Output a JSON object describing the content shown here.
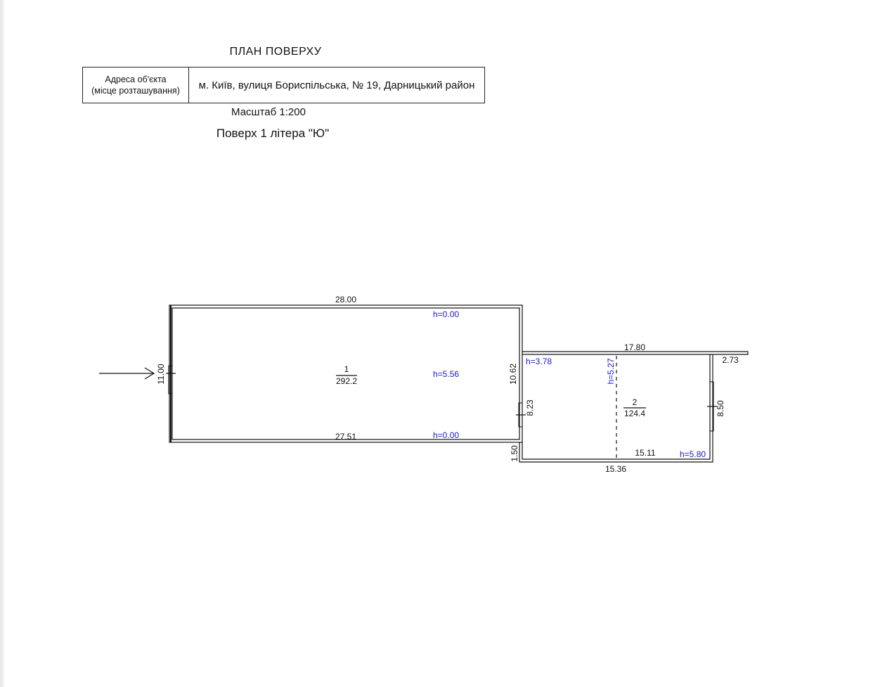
{
  "header": {
    "title": "ПЛАН  ПОВЕРХУ",
    "address_label_line1": "Адреса об'єкта",
    "address_label_line2": "(місце розташування)",
    "address_value": "м. Київ, вулиця Бориспільська, № 19, Дарницький район",
    "scale": "Масштаб 1:200",
    "floor": "Поверх 1 літера \"Ю\""
  },
  "plan": {
    "room1": {
      "number": "1",
      "area": "292.2"
    },
    "room2": {
      "number": "2",
      "area": "124.4"
    },
    "dimensions": {
      "d_28_00": "28.00",
      "d_27_51": "27.51",
      "d_11_00": "11.00",
      "d_10_62": "10.62",
      "d_8_23": "8.23",
      "d_1_50": "1.50",
      "d_17_80": "17.80",
      "d_2_73": "2.73",
      "d_8_50": "8.50",
      "d_15_11": "15.11",
      "d_15_36": "15.36"
    },
    "heights": {
      "h_top": "h=0.00",
      "h_mid": "h=5.56",
      "h_bottom": "h=0.00",
      "h_378": "h=3.78",
      "h_527": "h=5.27",
      "h_580": "h=5.80"
    },
    "colors": {
      "line": "#111111",
      "height_text": "#1a1acc"
    }
  }
}
